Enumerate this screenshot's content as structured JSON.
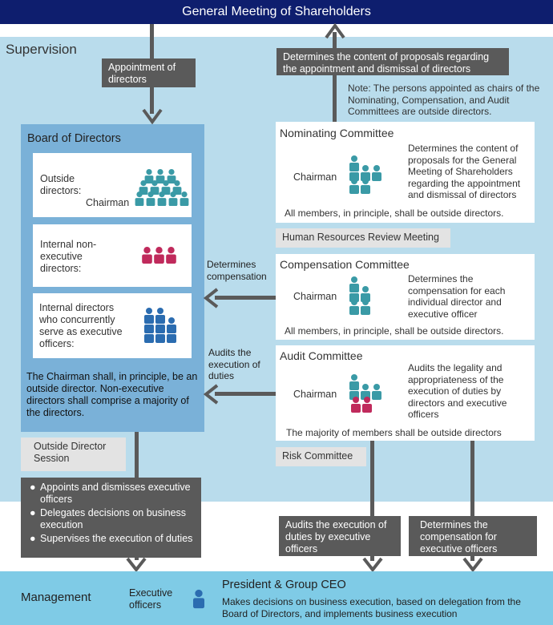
{
  "header": {
    "title": "General Meeting of Shareholders"
  },
  "supervision": {
    "label": "Supervision"
  },
  "appointment": {
    "label": "Appointment of directors"
  },
  "proposals": {
    "label": "Determines the content of proposals regarding the appointment and dismissal of directors"
  },
  "note": {
    "text": "Note: The persons appointed as chairs of the Nominating, Compensation, and Audit Committees are outside directors."
  },
  "board": {
    "title": "Board of Directors",
    "outside": {
      "label": "Outside directors:",
      "chairman": "Chairman"
    },
    "internal_nonexec": {
      "label": "Internal non-executive directors:"
    },
    "internal_exec": {
      "label": "Internal directors who concurrently serve as executive officers:"
    },
    "footnote": "The Chairman shall, in principle, be an outside director. Non-executive directors shall comprise a majority of the directors."
  },
  "outside_director_session": {
    "label": "Outside Director Session"
  },
  "nominating": {
    "title": "Nominating Committee",
    "chairman": "Chairman",
    "desc": "Determines the content of proposals for the General Meeting of Shareholders regarding the appointment and dismissal of directors",
    "footer": "All members, in principle, shall be outside directors."
  },
  "hr_review": {
    "label": "Human Resources Review Meeting"
  },
  "compensation": {
    "title": "Compensation Committee",
    "chairman": "Chairman",
    "desc": "Determines the compensation for each individual director and executive officer",
    "footer": "All members, in principle, shall be outside directors.",
    "arrow_label": "Determines compensation"
  },
  "audit": {
    "title": "Audit Committee",
    "chairman": "Chairman",
    "desc": "Audits the legality and appropriateness of the execution of duties by directors and executive officers",
    "footer": "The majority of members shall be outside directors",
    "arrow_label": "Audits the execution of duties"
  },
  "risk": {
    "label": "Risk Committee"
  },
  "board_functions": {
    "items": [
      "Appoints and dismisses executive officers",
      "Delegates decisions on business execution",
      "Supervises the execution of duties"
    ]
  },
  "audits_exec": {
    "label": "Audits the execution of duties by executive officers"
  },
  "determines_comp_exec": {
    "label": "Determines the compensation for executive officers"
  },
  "management": {
    "label": "Management",
    "exec_officers": "Executive officers",
    "ceo_title": "President & Group CEO",
    "ceo_desc": "Makes decisions on business execution, based on delegation from the Board of Directors, and implements business execution"
  },
  "colors": {
    "navy": "#0e1e6e",
    "outside_teal": "#3a9aa6",
    "nonexec_crimson": "#c02a5c",
    "exec_blue": "#2b6cb0",
    "arrow_grey": "#5a5a5a"
  },
  "icons": {
    "outside": "people-group-teal-icon",
    "nonexec": "people-group-crimson-icon",
    "exec": "people-group-blue-icon",
    "ceo": "person-blue-icon"
  }
}
